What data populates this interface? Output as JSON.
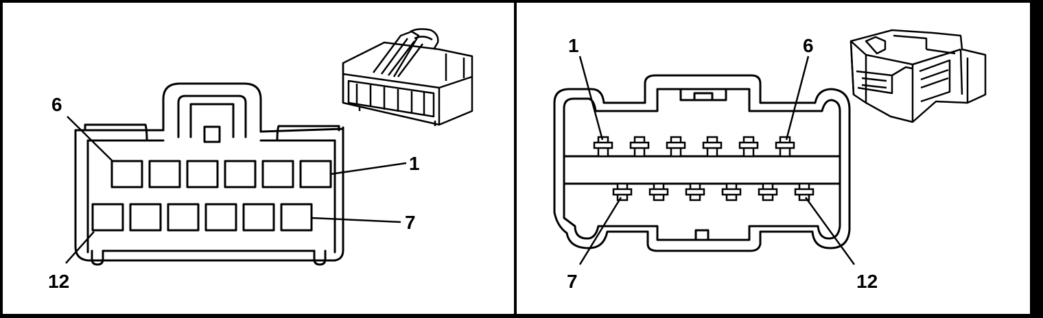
{
  "left_view": {
    "label_pin_6": "6",
    "label_pin_1": "1",
    "label_pin_7": "7",
    "label_pin_12": "12"
  },
  "right_view": {
    "label_pin_1": "1",
    "label_pin_6": "6",
    "label_pin_7": "7",
    "label_pin_12": "12"
  },
  "colors": {
    "line": "#000000",
    "panel": "#ffffff",
    "border": "#000000"
  }
}
